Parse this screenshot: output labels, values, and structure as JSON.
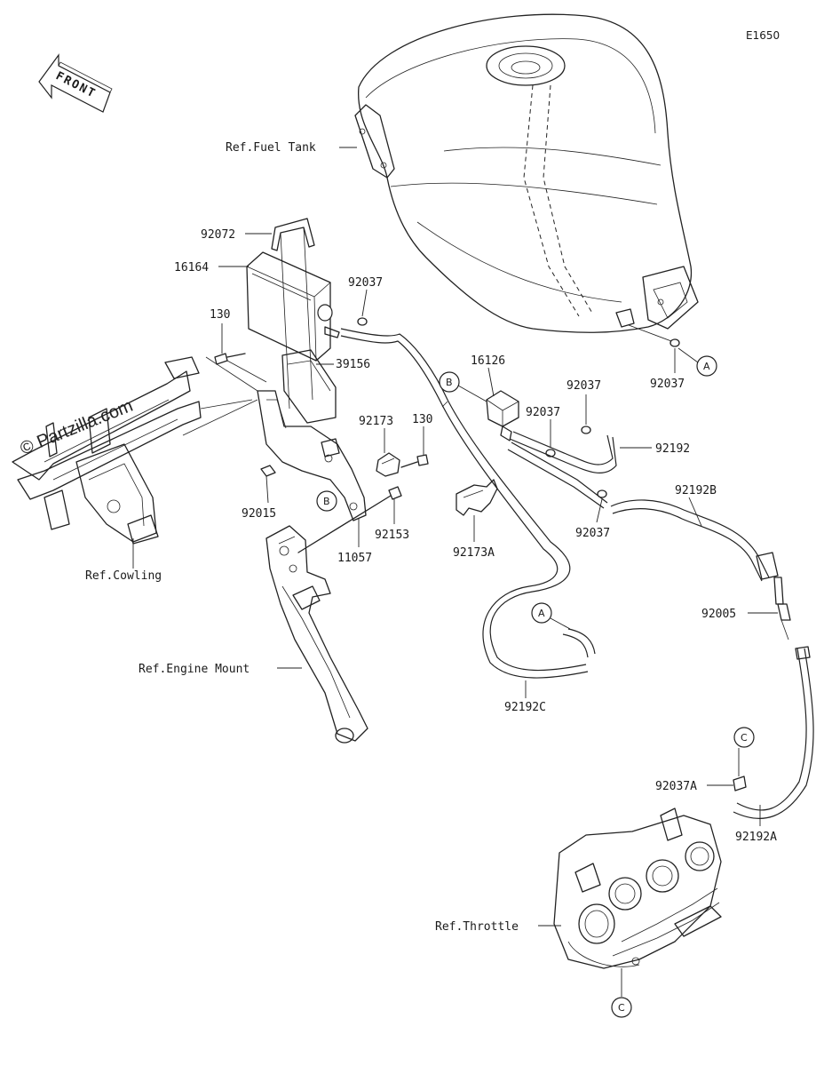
{
  "diagram_code": "E1650",
  "front_arrow_label": "FRONT",
  "watermark": "© Partzilla.com",
  "references": {
    "fuel_tank": "Ref.Fuel Tank",
    "cowling": "Ref.Cowling",
    "engine_mount": "Ref.Engine Mount",
    "throttle": "Ref.Throttle"
  },
  "part_labels": {
    "p92072": "92072",
    "p16164": "16164",
    "p92037_canister": "92037",
    "p130_left": "130",
    "p39156": "39156",
    "p16126": "16126",
    "p92037_upper": "92037",
    "p92037_mid": "92037",
    "p92192": "92192",
    "p92173": "92173",
    "p130_right": "130",
    "p92037_tank": "92037",
    "p92015": "92015",
    "p92153": "92153",
    "p11057": "11057",
    "p92173A": "92173A",
    "p92037_lower": "92037",
    "p92192B": "92192B",
    "p92005": "92005",
    "p92192C": "92192C",
    "p92037A": "92037A",
    "p92192A": "92192A"
  },
  "callouts": {
    "a_tank": "A",
    "a_hose": "A",
    "b_valve": "B",
    "b_bracket": "B",
    "c_upper": "C",
    "c_lower": "C"
  }
}
